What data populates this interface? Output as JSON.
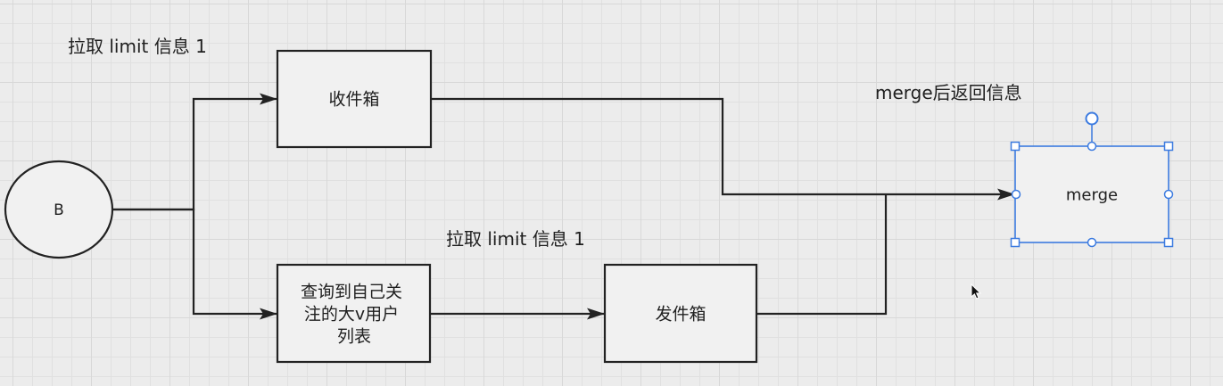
{
  "canvas": {
    "grid": true
  },
  "annotations": {
    "pull_limit_top": "拉取 limit 信息 1",
    "pull_limit_middle": "拉取 limit 信息 1",
    "merge_return": "merge后返回信息"
  },
  "nodes": {
    "start": {
      "label": "B"
    },
    "inbox": {
      "label": "收件箱"
    },
    "query": {
      "lines": [
        "查询到自己关",
        "注的大v用户",
        "列表"
      ]
    },
    "outbox": {
      "label": "发件箱"
    },
    "merge": {
      "label": "merge",
      "selected": true
    }
  },
  "colors": {
    "canvas_background": "#ececec",
    "grid_line": "#e0e0e0",
    "grid_major_line": "#d8d8d8",
    "stroke": "#222222",
    "text": "#1f1f1f",
    "node_fill": "#f1f1f1",
    "selection": "#3c7be0",
    "handle_fill": "#ffffff"
  },
  "icons": {
    "mouse_pointer": "mouse-pointer-icon",
    "arrowhead": "arrowhead-icon",
    "rotate": "rotate-handle-icon"
  }
}
